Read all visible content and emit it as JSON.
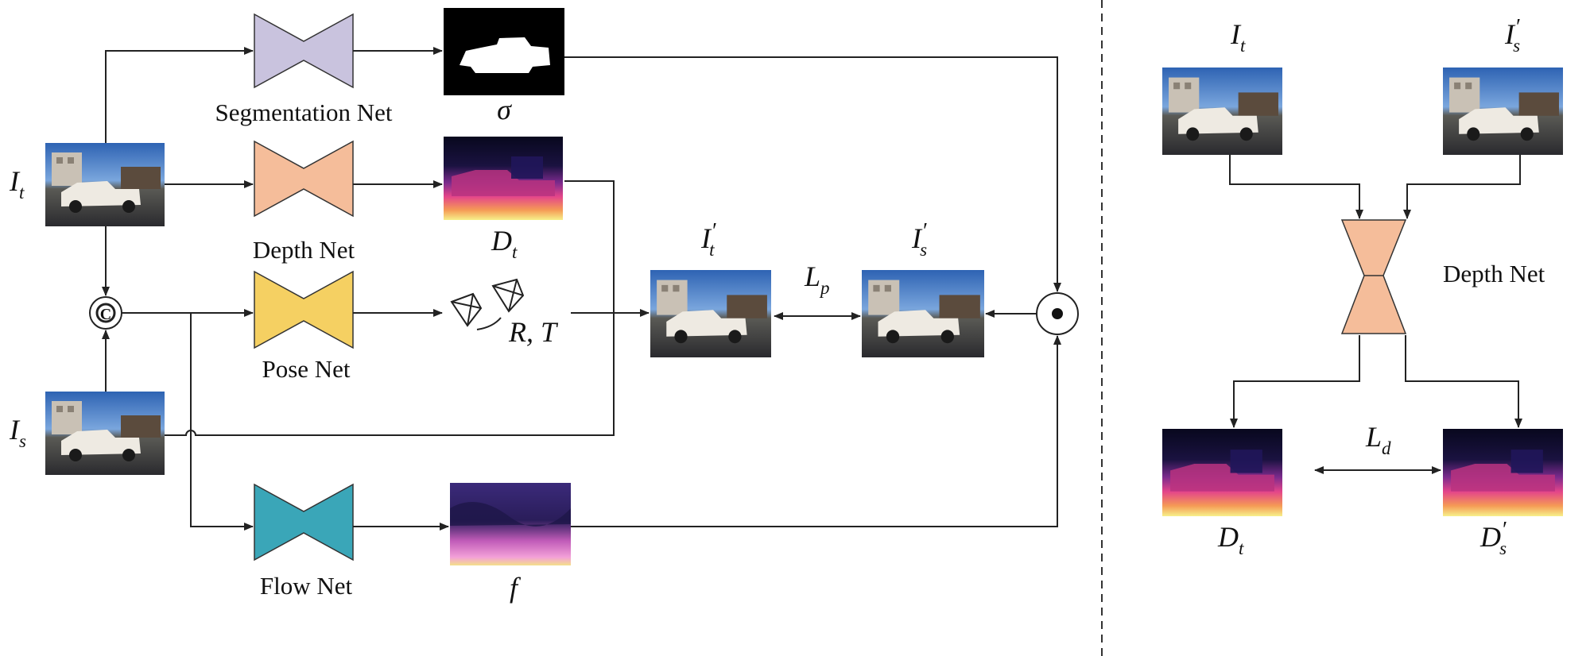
{
  "left_panel": {
    "inputs": {
      "target": {
        "symbol": "I",
        "subscript": "t"
      },
      "source": {
        "symbol": "I",
        "subscript": "s"
      }
    },
    "concat_symbol": "C",
    "networks": {
      "segmentation": {
        "label": "Segmentation Net",
        "color": "#c9c3de"
      },
      "depth": {
        "label": "Depth Net",
        "color": "#f5bd9a"
      },
      "pose": {
        "label": "Pose Net",
        "color": "#f5d062"
      },
      "flow": {
        "label": "Flow Net",
        "color": "#3aa6b8"
      }
    },
    "outputs": {
      "mask": {
        "symbol": "σ"
      },
      "depth": {
        "symbol": "D",
        "subscript": "t"
      },
      "pose": {
        "text": "R, T"
      },
      "flow": {
        "symbol": "f"
      }
    },
    "warped": {
      "target": {
        "symbol": "I",
        "subscript": "t",
        "prime": "′"
      },
      "source": {
        "symbol": "I",
        "subscript": "s",
        "prime": "′"
      }
    },
    "loss": {
      "symbol": "L",
      "subscript": "p"
    },
    "mask_op": "⊙"
  },
  "right_panel": {
    "inputs": {
      "target": {
        "symbol": "I",
        "subscript": "t"
      },
      "source": {
        "symbol": "I",
        "subscript": "s",
        "prime": "′"
      }
    },
    "network": {
      "label": "Depth Net",
      "color": "#f5bd9a"
    },
    "outputs": {
      "target": {
        "symbol": "D",
        "subscript": "t"
      },
      "source": {
        "symbol": "D",
        "subscript": "s",
        "prime": "′"
      }
    },
    "loss": {
      "symbol": "L",
      "subscript": "d"
    }
  },
  "colors": {
    "line": "#222222",
    "sky": "#3b78c8",
    "depth_far": "#0b0b2a",
    "depth_near": "#f6e06a"
  }
}
